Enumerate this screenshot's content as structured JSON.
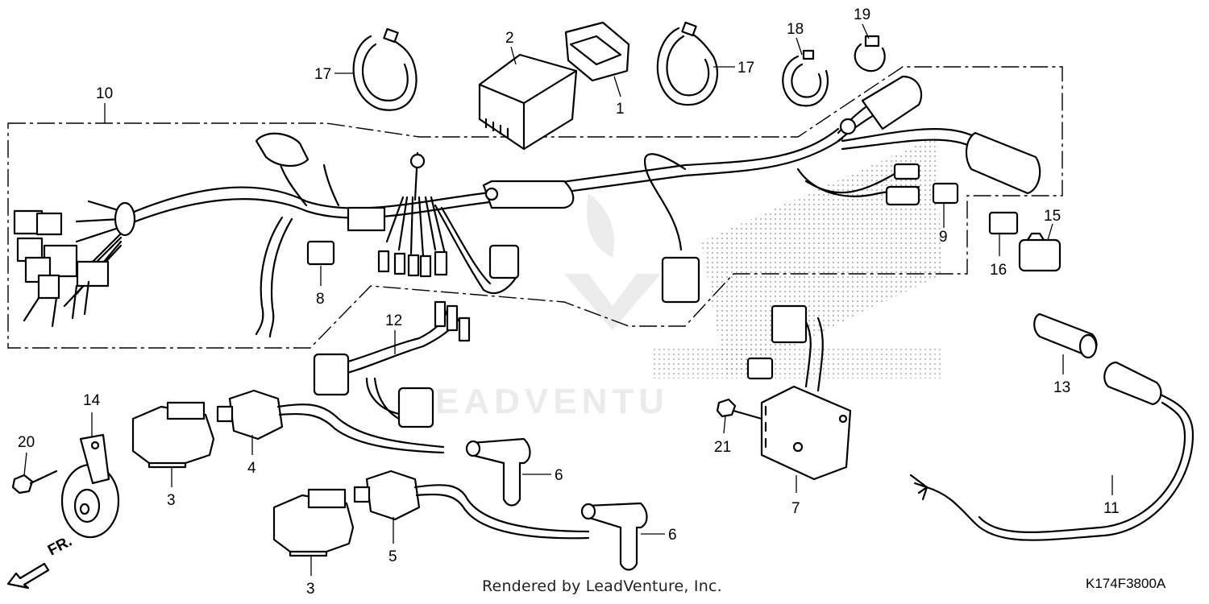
{
  "watermark": {
    "brand_text": "EADVENTU"
  },
  "credit": "Rendered by LeadVenture, Inc.",
  "diagram_code": "K174F3800A",
  "front_label": "FR.",
  "callouts": [
    {
      "id": "1",
      "label": "1"
    },
    {
      "id": "2",
      "label": "2"
    },
    {
      "id": "3a",
      "label": "3"
    },
    {
      "id": "3b",
      "label": "3"
    },
    {
      "id": "4",
      "label": "4"
    },
    {
      "id": "5",
      "label": "5"
    },
    {
      "id": "6a",
      "label": "6"
    },
    {
      "id": "6b",
      "label": "6"
    },
    {
      "id": "7",
      "label": "7"
    },
    {
      "id": "8",
      "label": "8"
    },
    {
      "id": "9",
      "label": "9"
    },
    {
      "id": "10",
      "label": "10"
    },
    {
      "id": "11",
      "label": "11"
    },
    {
      "id": "12",
      "label": "12"
    },
    {
      "id": "13",
      "label": "13"
    },
    {
      "id": "14",
      "label": "14"
    },
    {
      "id": "15",
      "label": "15"
    },
    {
      "id": "16",
      "label": "16"
    },
    {
      "id": "17a",
      "label": "17"
    },
    {
      "id": "17b",
      "label": "17"
    },
    {
      "id": "18",
      "label": "18"
    },
    {
      "id": "19",
      "label": "19"
    },
    {
      "id": "20",
      "label": "20"
    },
    {
      "id": "21",
      "label": "21"
    }
  ]
}
